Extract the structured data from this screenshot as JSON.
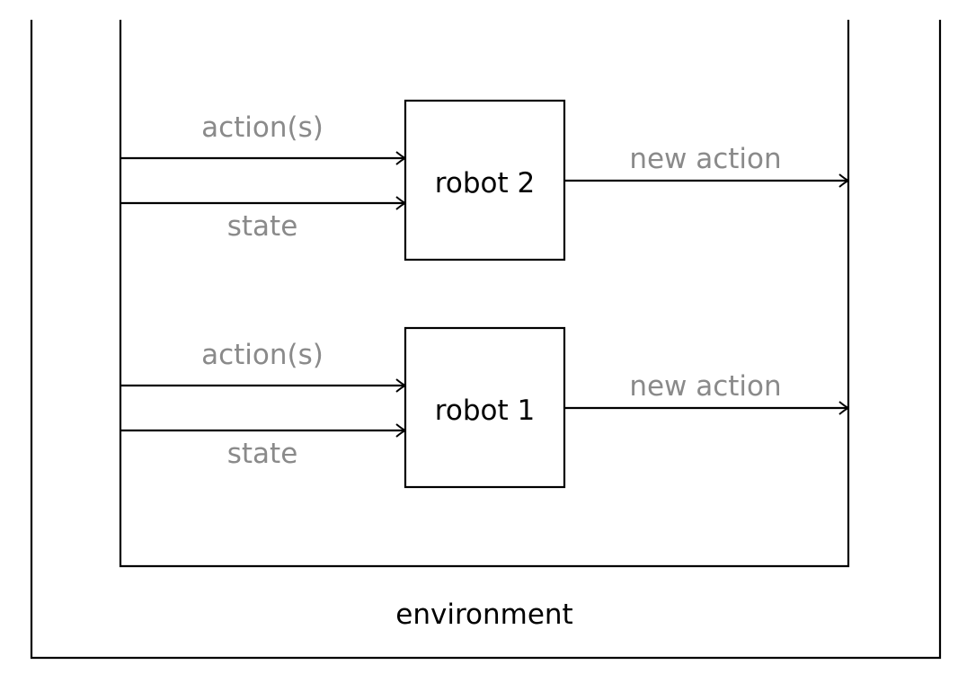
{
  "environment": {
    "label": "environment"
  },
  "robots": [
    {
      "name": "robot 2",
      "input_top_label": "action(s)",
      "input_bottom_label": "state",
      "output_label": "new action"
    },
    {
      "name": "robot 1",
      "input_top_label": "action(s)",
      "input_bottom_label": "state",
      "output_label": "new action"
    }
  ],
  "colors": {
    "line": "#000000",
    "label_gray": "#8a8a8a",
    "background": "#ffffff"
  }
}
